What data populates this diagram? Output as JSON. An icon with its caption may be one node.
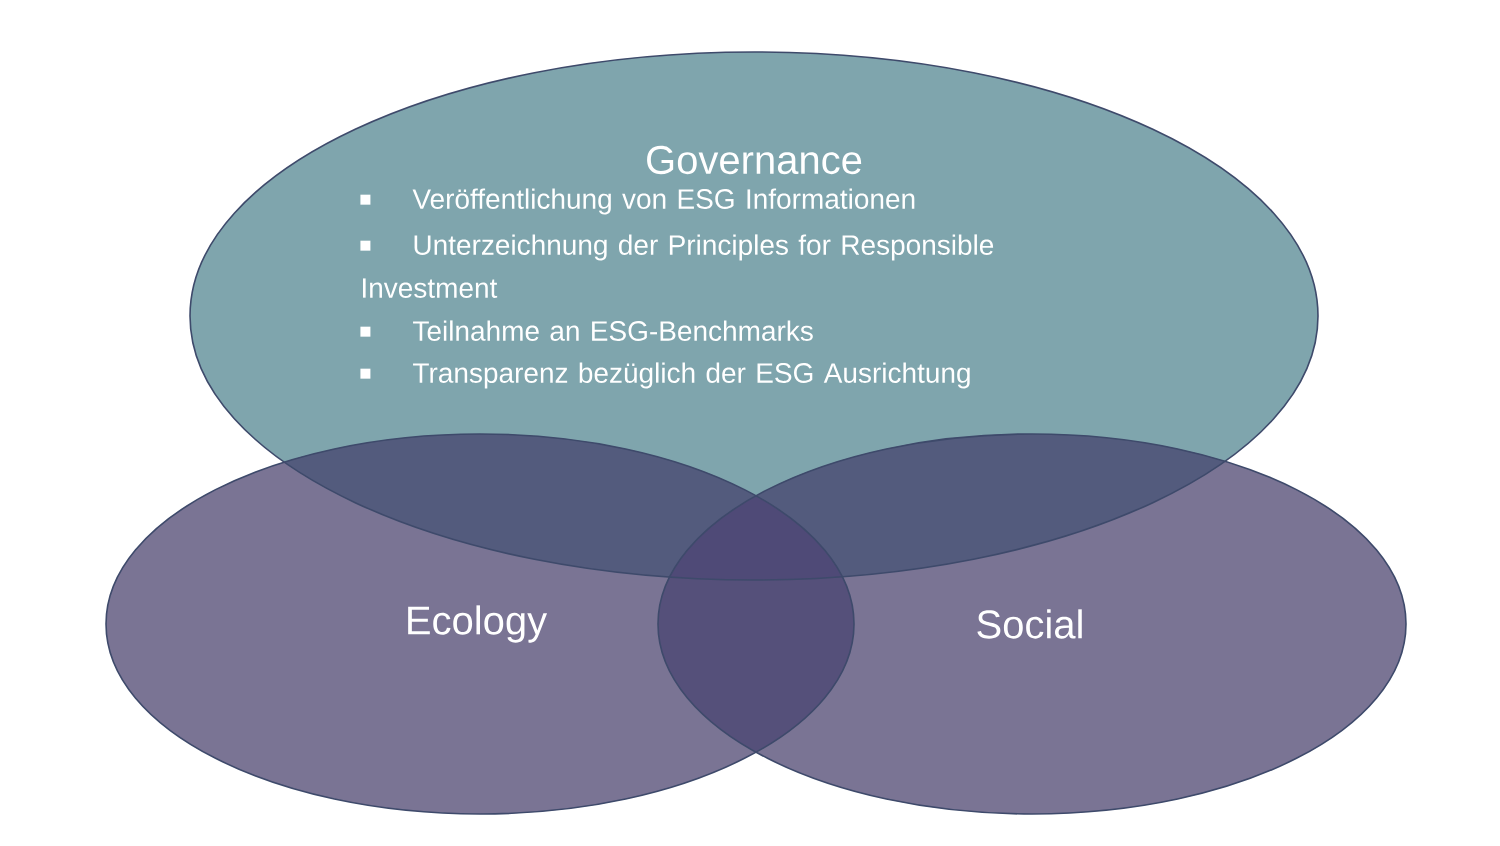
{
  "diagram": {
    "nodes": [
      {
        "text": [
          "Governance",
          "Veröffentlichung von ESG Informationen",
          "Unterzeichnung der Principles for Responsible Investment",
          "Teilnahme an ESG-Benchmarks",
          "Transparenz bezüglich der ESG Ausrichtung"
        ]
      },
      {
        "text": [
          "Ecology"
        ]
      },
      {
        "text": [
          "Social"
        ]
      }
    ]
  }
}
